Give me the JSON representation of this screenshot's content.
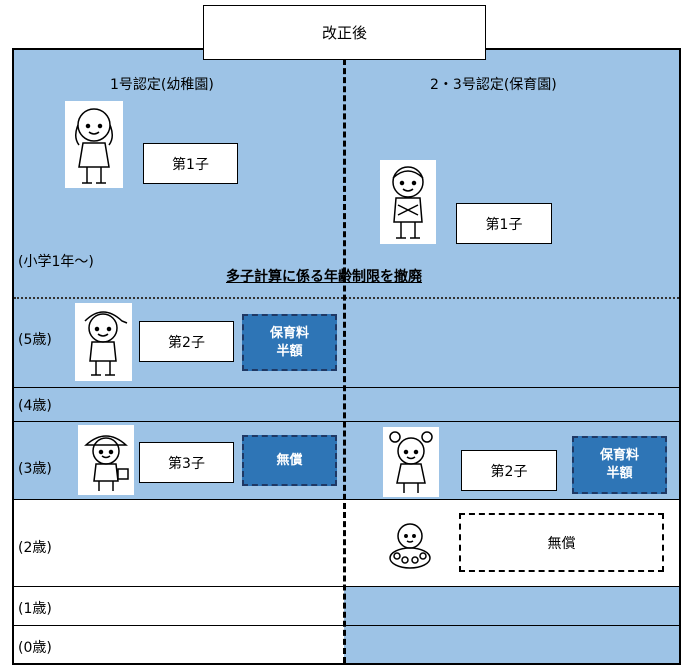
{
  "title": "改正後",
  "columns": {
    "left": "1号認定(幼稚園)",
    "right": "2・3号認定(保育園)"
  },
  "age_labels": {
    "elementary": "(小学1年〜)",
    "age5": "(5歳)",
    "age4": "(4歳)",
    "age3": "(3歳)",
    "age2": "(2歳)",
    "age1": "(1歳)",
    "age0": "(0歳)"
  },
  "note": "多子計算に係る年齢制限を撤廃",
  "left_children": {
    "first": "第1子",
    "second": "第2子",
    "third": "第3子"
  },
  "right_children": {
    "first": "第1子",
    "second": "第2子"
  },
  "fees": {
    "half_line1": "保育料",
    "half_line2": "半額",
    "free": "無償",
    "right_half_line1": "保育料",
    "right_half_line2": "半額",
    "right_free": "無償"
  },
  "colors": {
    "band_blue": "#9dc3e6",
    "fee_box_blue": "#2e75b6"
  }
}
